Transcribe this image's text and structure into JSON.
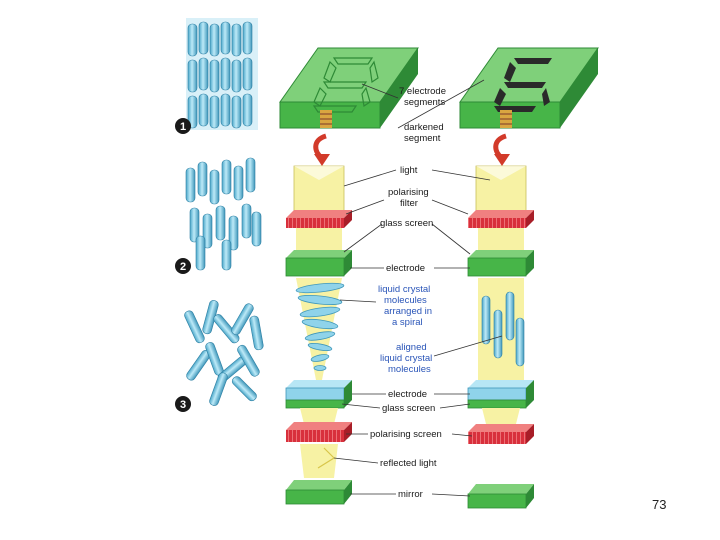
{
  "diagram": {
    "states": [
      {
        "number": "1"
      },
      {
        "number": "2"
      },
      {
        "number": "3"
      }
    ],
    "labels": {
      "electrode_segments": [
        "7 electrode",
        "segments"
      ],
      "darkened_segment": [
        "darkened",
        "segment"
      ],
      "light": "light",
      "polarising_filter": [
        "polarising",
        "filter"
      ],
      "glass_screen_top": "glass screen",
      "electrode_top": "electrode",
      "liquid_crystal_spiral": [
        "liquid crystal",
        "molecules",
        "arranged in",
        "a spiral"
      ],
      "aligned_liquid_crystal": [
        "aligned",
        "liquid crystal",
        "molecules"
      ],
      "electrode_bottom": "electrode",
      "glass_screen_bottom": "glass screen",
      "polarising_screen": "polarising screen",
      "reflected_light": "reflected light",
      "mirror": "mirror"
    }
  },
  "page_number": "73",
  "colors": {
    "green": "#47b548",
    "green_dark": "#2e8a36",
    "red": "#d8303c",
    "yellow": "#f7f2a4",
    "blue": "#8fd3ea",
    "blue_dark": "#4aa6c8",
    "label_blue": "#2a55b8",
    "arrow_red": "#d23a2a"
  }
}
